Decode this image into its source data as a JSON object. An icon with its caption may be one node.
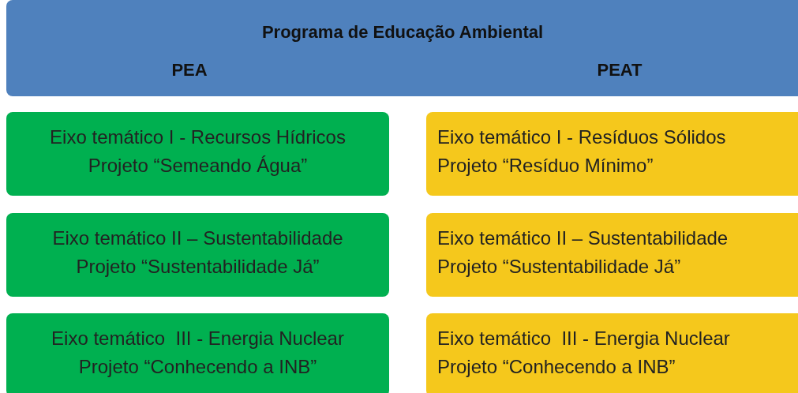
{
  "diagram": {
    "nodes": [
      {
        "text": [
          "Programa de Educação Ambiental",
          "PEA",
          "PEAT"
        ]
      },
      {
        "text": [
          "Eixo temático I - Recursos Hídricos",
          "Projeto “Semeando Água”"
        ]
      },
      {
        "text": [
          "Eixo temático I - Resíduos Sólidos",
          "Projeto “Resíduo Mínimo”"
        ]
      },
      {
        "text": [
          "Eixo temático II – Sustentabilidade",
          "Projeto “Sustentabilidade Já”"
        ]
      },
      {
        "text": [
          "Eixo temático II – Sustentabilidade",
          "Projeto “Sustentabilidade Já”"
        ]
      },
      {
        "text": [
          "Eixo temático  III - Energia Nuclear",
          "Projeto “Conhecendo a INB”"
        ]
      },
      {
        "text": [
          "Eixo temático  III - Energia Nuclear",
          "Projeto “Conhecendo a INB”"
        ]
      }
    ]
  }
}
